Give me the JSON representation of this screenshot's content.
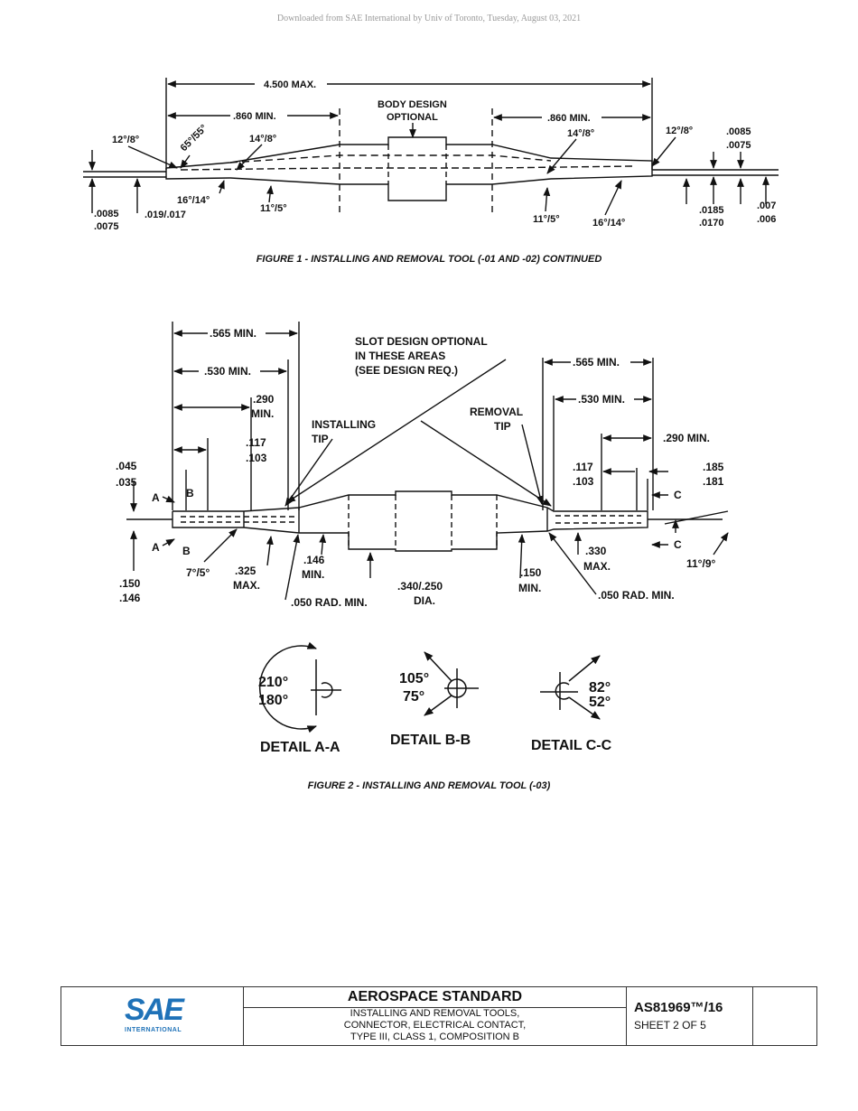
{
  "watermark": "Downloaded from SAE International by Univ of Toronto, Tuesday, August 03, 2021",
  "figure1": {
    "caption": "FIGURE 1 - INSTALLING AND REMOVAL TOOL (-01 AND -02) CONTINUED",
    "labels": {
      "max_length": "4.500 MAX.",
      "body_design_1": "BODY DESIGN",
      "body_design_2": "OPTIONAL",
      "left_min": ".860 MIN.",
      "right_min": ".860 MIN.",
      "angle_12_8_left": "12°/8°",
      "angle_65_55": "65°/55°",
      "angle_14_8_left": "14°/8°",
      "angle_14_8_right": "14°/8°",
      "angle_12_8_right": "12°/8°",
      "dim_0085_top": ".0085",
      "dim_0075_top": ".0075",
      "angle_16_14_left": "16°/14°",
      "angle_11_5_left": "11°/5°",
      "dim_0085_left": ".0085",
      "dim_0075_left": ".0075",
      "dim_019_017": ".019/.017",
      "angle_11_5_right": "11°/5°",
      "angle_16_14_right": "16°/14°",
      "dim_0185": ".0185",
      "dim_0170": ".0170",
      "dim_007": ".007",
      "dim_006": ".006"
    }
  },
  "figure2": {
    "caption": "FIGURE 2 - INSTALLING AND REMOVAL TOOL (-03)",
    "labels": {
      "l565": ".565 MIN.",
      "l530": ".530 MIN.",
      "l290a": ".290",
      "l290b": "MIN.",
      "l117": ".117",
      "l103": ".103",
      "l045": ".045",
      "l035": ".035",
      "slot1": "SLOT DESIGN OPTIONAL",
      "slot2": "IN THESE AREAS",
      "slot3": "(SEE DESIGN REQ.)",
      "inst1": "INSTALLING",
      "inst2": "TIP",
      "rem1": "REMOVAL",
      "rem2": "TIP",
      "r565": ".565 MIN.",
      "r530": ".530 MIN.",
      "r290": ".290 MIN.",
      "r117": ".117",
      "r103": ".103",
      "r185": ".185",
      "r181": ".181",
      "secA": "A",
      "secB": "B",
      "secC": "C",
      "l150": ".150",
      "l146": ".146",
      "a7_5": "7°/5°",
      "l325a": ".325",
      "l325b": "MAX.",
      "m146a": ".146",
      "m146b": "MIN.",
      "rad_left": ".050 RAD. MIN.",
      "dia1": ".340/.250",
      "dia2": "DIA.",
      "r150a": ".150",
      "r150b": "MIN.",
      "r330a": ".330",
      "r330b": "MAX.",
      "rad_right": ".050 RAD. MIN.",
      "a11_9": "11°/9°"
    },
    "details": [
      {
        "title": "DETAIL A-A",
        "angle_max": "210°",
        "angle_min": "180°"
      },
      {
        "title": "DETAIL B-B",
        "angle_max": "105°",
        "angle_min": "75°"
      },
      {
        "title": "DETAIL C-C",
        "angle_max": "82°",
        "angle_min": "52°"
      }
    ]
  },
  "title_block": {
    "logo_text": "SAE",
    "logo_sub": "INTERNATIONAL",
    "standard": "AEROSPACE STANDARD",
    "desc_1": "INSTALLING AND REMOVAL TOOLS,",
    "desc_2": "CONNECTOR, ELECTRICAL CONTACT,",
    "desc_3": "TYPE III, CLASS 1, COMPOSITION B",
    "doc_number": "AS81969™/16",
    "sheet": "SHEET 2 OF 5"
  },
  "colors": {
    "logo": "#1f72b8",
    "ink": "#111111",
    "watermark": "#9a9a9a"
  }
}
